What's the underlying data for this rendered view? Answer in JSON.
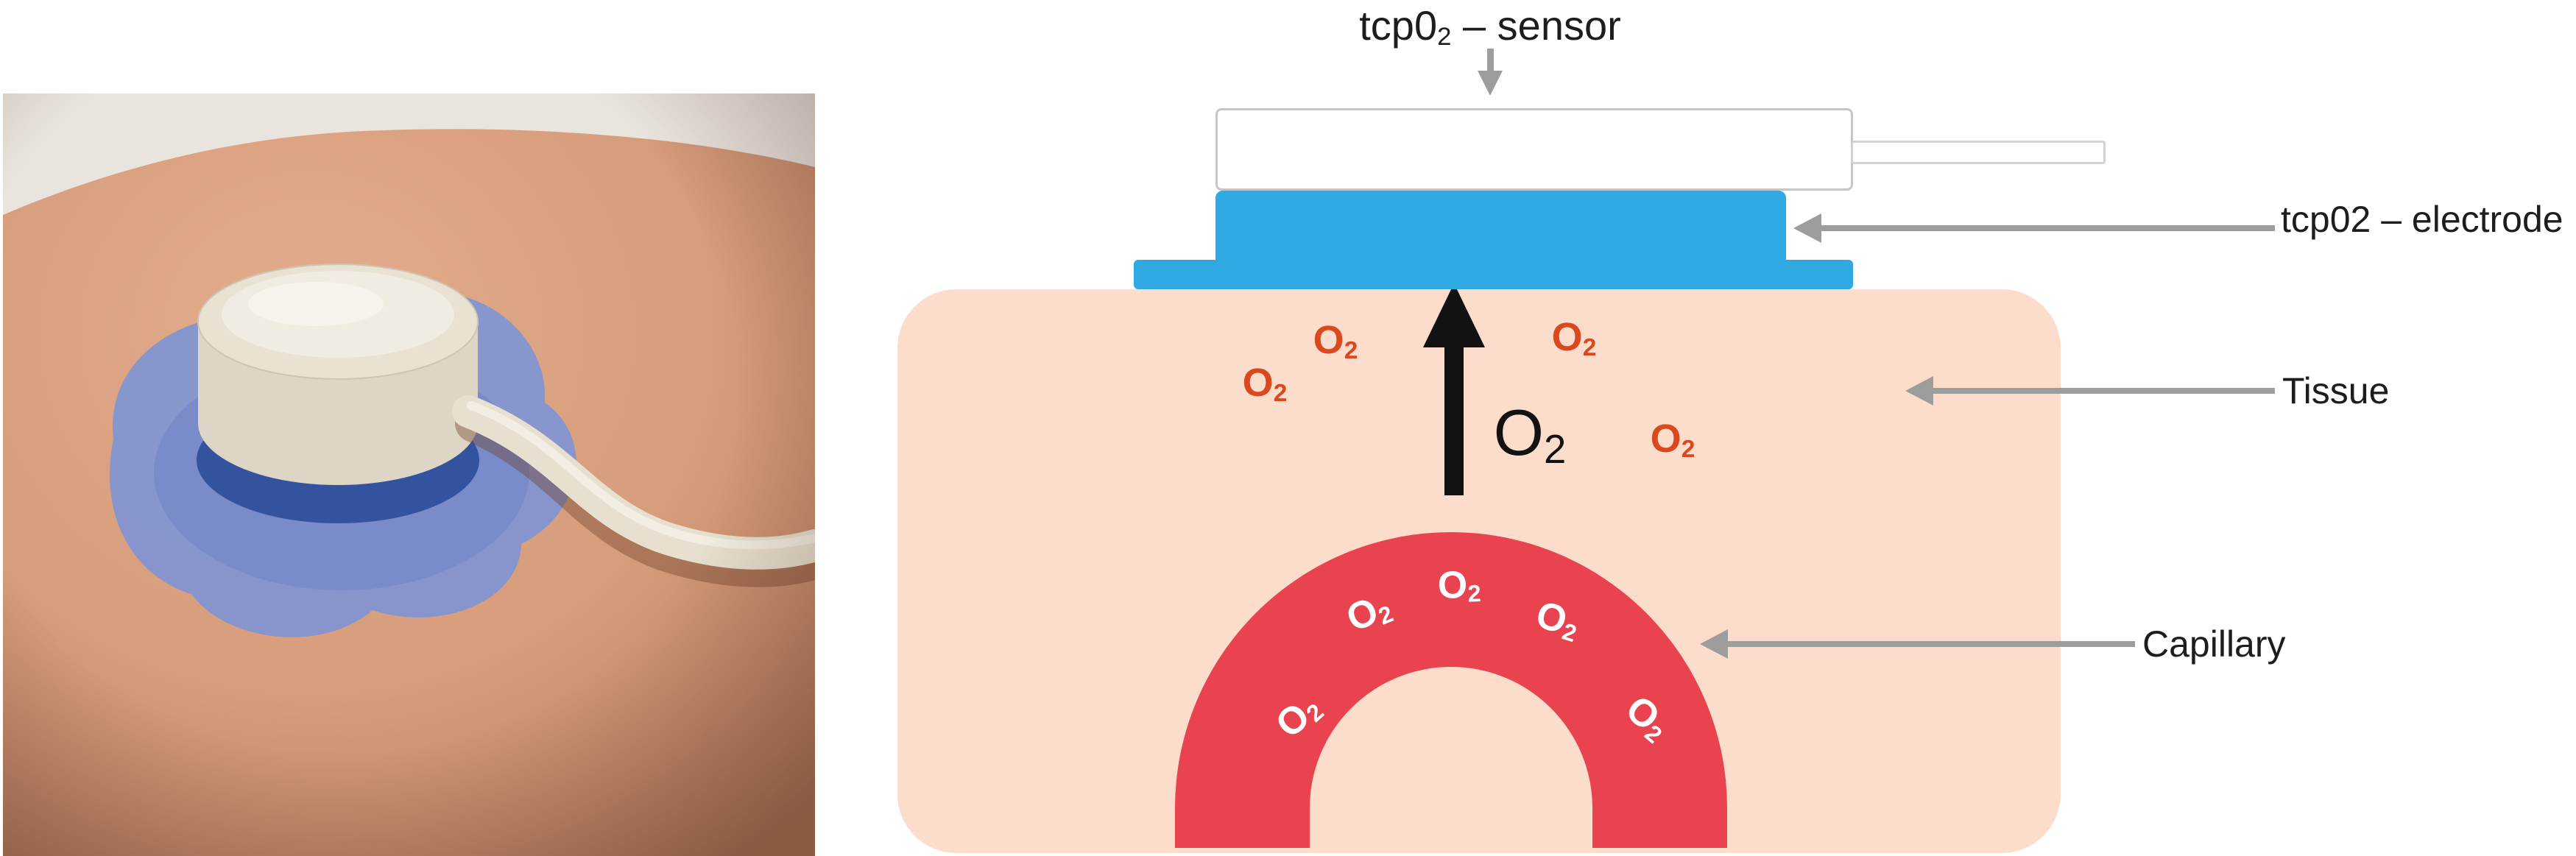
{
  "figure": {
    "photo": {
      "description": "Photograph of a transcutaneous oxygen sensor fixed to the skin with a blue adhesive ring and a pale cable",
      "colors": {
        "skin": "#d69c7b",
        "adhesive_blue": "#8094d2",
        "sensor_body": "#e9e2d3",
        "sensor_ring_blue": "#34539f",
        "cable": "#e7e0d0",
        "background": "#e9e5de"
      }
    },
    "diagram": {
      "title": {
        "prefix": "tcp0",
        "sub": "2",
        "suffix": " – sensor"
      },
      "o2": {
        "base": "O",
        "sub": "2"
      },
      "labels": {
        "electrode": "tcp02 – electrode",
        "tissue": "Tissue",
        "capillary": "Capillary"
      },
      "colors": {
        "electrode_blue": "#2fa9e1",
        "tissue_peach": "#fcdccb",
        "capillary_red": "#e8434e",
        "o2_tissue_red": "#d9481f",
        "o2_capillary_white": "#ffffff",
        "arrow_gray": "#9d9d9c",
        "arrow_black": "#121212",
        "text": "#1d1d1b"
      }
    }
  }
}
